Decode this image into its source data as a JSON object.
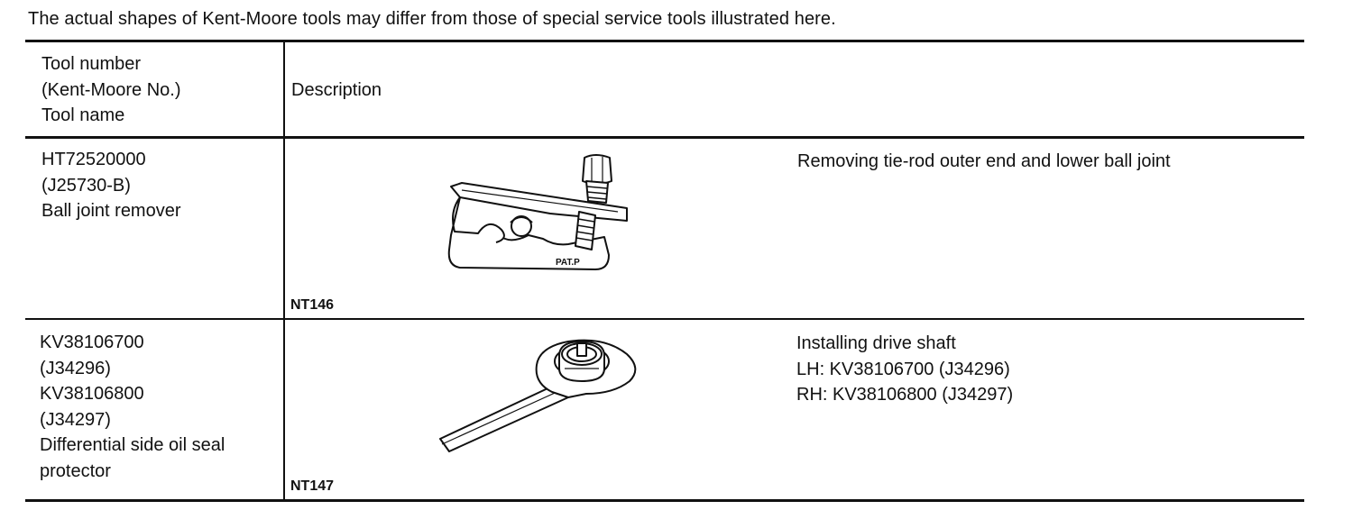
{
  "intro": "The actual shapes of Kent-Moore tools may differ from those of special service tools illustrated here.",
  "header": {
    "tool_col": [
      "Tool number",
      "(Kent-Moore No.)",
      "Tool name"
    ],
    "desc_col": "Description"
  },
  "rows": [
    {
      "tool": [
        "HT72520000",
        "(J25730-B)",
        "Ball joint remover"
      ],
      "figure_code": "NT146",
      "figure_label": "PAT.P",
      "figure_icon": "ball-joint-remover",
      "description": [
        "Removing tie-rod outer end and lower ball joint"
      ]
    },
    {
      "tool": [
        "KV38106700",
        "(J34296)",
        "KV38106800",
        "(J34297)",
        "Differential side oil seal",
        "protector"
      ],
      "figure_code": "NT147",
      "figure_icon": "oil-seal-protector",
      "description": [
        "Installing drive shaft",
        "LH: KV38106700 (J34296)",
        "RH: KV38106800 (J34297)"
      ]
    }
  ]
}
